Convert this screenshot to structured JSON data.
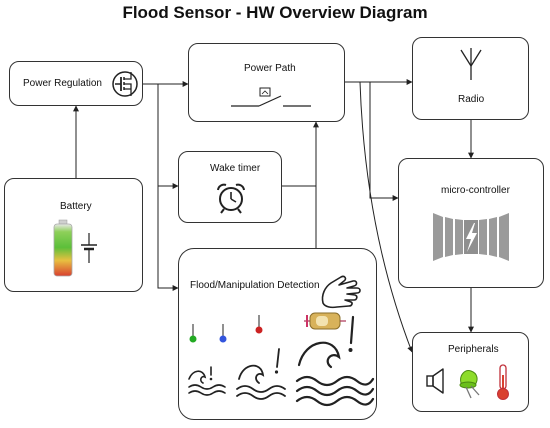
{
  "title": "Flood Sensor - HW Overview Diagram",
  "blocks": {
    "power_regulation": "Power Regulation",
    "power_path": "Power Path",
    "radio": "Radio",
    "wake_timer": "Wake timer",
    "battery": "Battery",
    "micro_controller": "micro-controller",
    "flood_detection": "Flood/Manipulation Detection",
    "peripherals": "Peripherals"
  },
  "icons": {
    "power_regulation": "mosfet-icon",
    "power_path": "switch-icon",
    "radio": "antenna-icon",
    "wake_timer": "alarm-clock-icon",
    "battery": "battery-icon",
    "micro_controller": "mcu-chip-icon",
    "flood_detection": [
      "hand-icon",
      "tilt-switch-icon",
      "led-green-icon",
      "led-blue-icon",
      "led-red-icon",
      "wave-small-icon",
      "wave-medium-icon",
      "wave-large-icon"
    ],
    "peripherals": [
      "speaker-icon",
      "led-icon",
      "thermometer-icon"
    ]
  },
  "colors": {
    "border": "#333333",
    "led_green": "#22aa22",
    "led_blue": "#3355dd",
    "led_red": "#cc2222",
    "battery_green": "#5cbf3a",
    "battery_red": "#d94030"
  }
}
